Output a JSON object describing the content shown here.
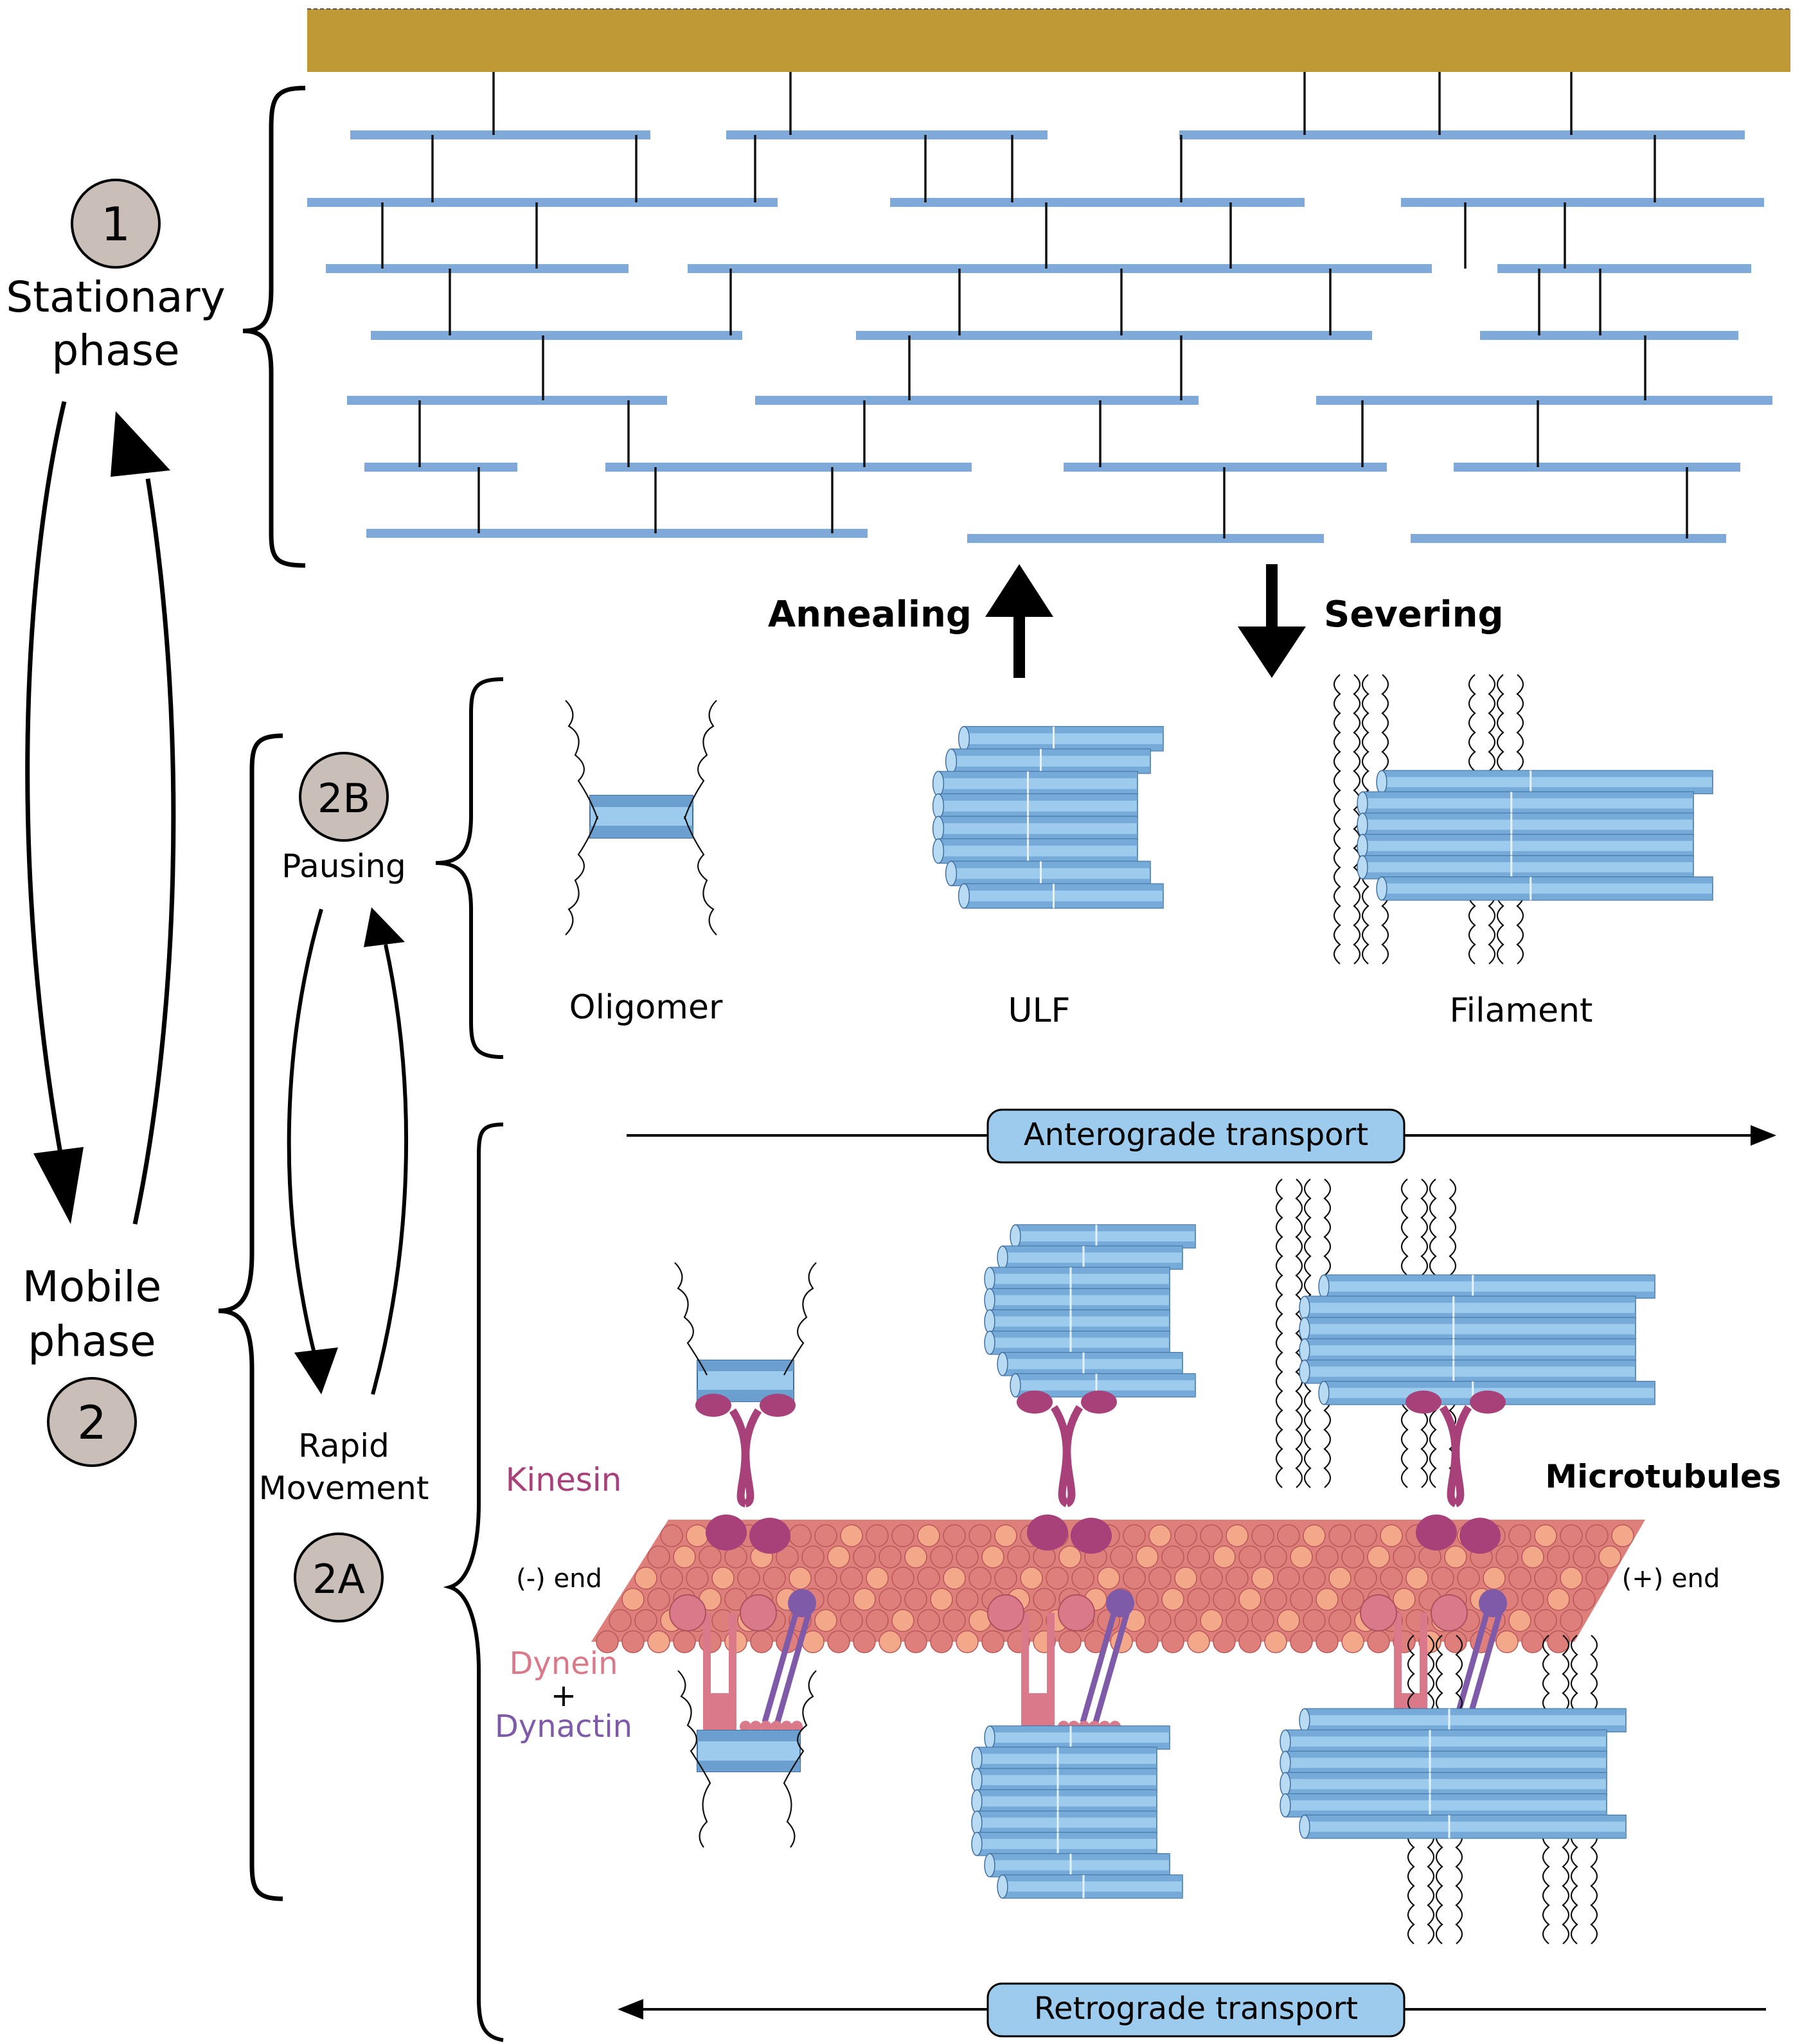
{
  "phases": {
    "stationary": {
      "number": "1",
      "line1": "Stationary",
      "line2": "phase"
    },
    "mobile": {
      "number": "2",
      "line1": "Mobile",
      "line2": "phase"
    },
    "pausing": {
      "number": "2B",
      "label": "Pausing"
    },
    "rapid": {
      "number": "2A",
      "line1": "Rapid",
      "line2": "Movement"
    }
  },
  "transitions": {
    "annealing": "Annealing",
    "severing": "Severing"
  },
  "structures": {
    "oligomer": "Oligomer",
    "ulf": "ULF",
    "filament": "Filament"
  },
  "transport": {
    "anterograde": "Anterograde transport",
    "retrograde": "Retrograde transport"
  },
  "motors": {
    "kinesin": "Kinesin",
    "dynein": "Dynein",
    "plus": "+",
    "dynactin": "Dynactin",
    "microtubules": "Microtubules",
    "minus_end": "(-) end",
    "plus_end": "(+) end"
  },
  "colors": {
    "membrane": "#BF9935",
    "neurofilament": "#7FA9D8",
    "tube_light": "#9CCBEE",
    "tube_dark": "#6A9FD0",
    "microtubule": "#DE7F7B",
    "microtubule_light": "#F2A889",
    "kinesin": "#A8407A",
    "dynein": "#D9798A",
    "dynactin": "#7E5AA8",
    "badge": "#C9BFB8"
  }
}
